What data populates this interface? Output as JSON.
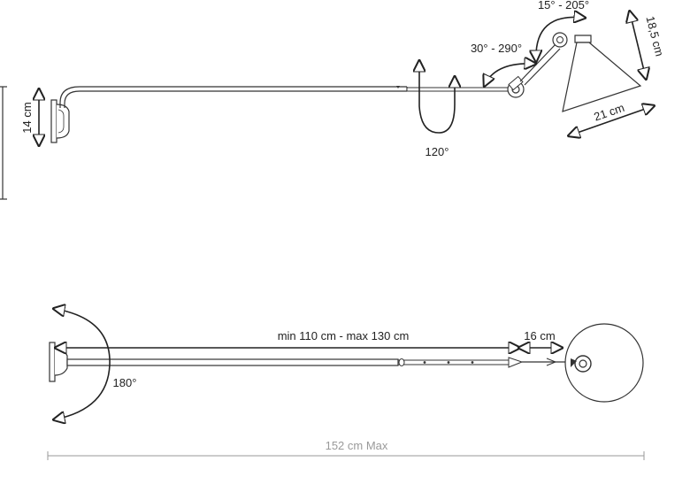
{
  "side_view": {
    "height_label": "14 cm",
    "rotation_label": "120°",
    "elbow_angle_label": "30° - 290°",
    "head_angle_label": "15° - 205°",
    "shade_height_label": "18,5 cm",
    "shade_width_label": "21 cm"
  },
  "top_view": {
    "arm_length_label": "min 110 cm - max 130 cm",
    "head_length_label": "16 cm",
    "swing_label": "180°",
    "total_length_label": "152 cm Max"
  },
  "colors": {
    "line": "#333333",
    "label": "#222222",
    "total_label": "#9a9a9a"
  }
}
